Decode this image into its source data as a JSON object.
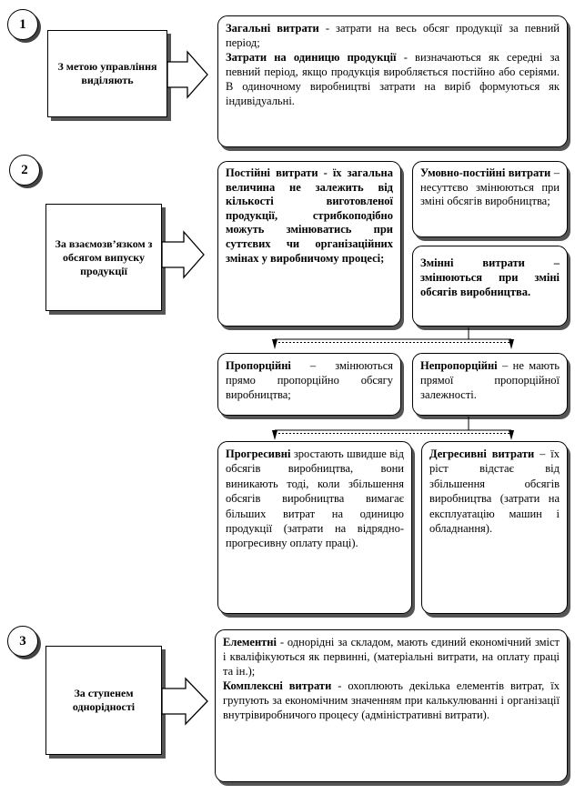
{
  "groups": [
    {
      "number": "1",
      "label": "З метою управління виділяють",
      "boxes": [
        {
          "term": "Загальні витрати",
          "desc": " - затрати на весь обсяг продукції за певний період;"
        },
        {
          "term": "Затрати на одиницю продукції",
          "desc": " - визначаються як середні за певний період, якщо продукція виробляється постійно або серіями. В одиночному виробництві затрати на виріб формуються як індивідуальні."
        }
      ]
    },
    {
      "number": "2",
      "label": "За взаємозв’язком з обсягом випуску продукції",
      "fixed": {
        "term": "Постійні витрати",
        "desc": " - їх загальна величина не залежить від кількості виготовленої продукції, стрибкоподібно можуть змінюватись при суттєвих чи організаційних змінах у виробничому процесі;"
      },
      "semi_fixed": {
        "term": "Умовно-постійні витрати",
        "desc": " – несуттєво змінюються при зміні обсягів виробництва;"
      },
      "variable": {
        "term": "Змінні витрати",
        "desc": " – змінюються при зміні обсягів виробництва."
      },
      "proportional": {
        "term": "Пропорційні",
        "desc": " – змінюються прямо пропорційно обсягу виробництва;"
      },
      "non_proportional": {
        "term": "Непропорційні",
        "desc": " – не мають прямої пропорційної залежності."
      },
      "progressive": {
        "term": "Прогресивні",
        "desc": " зростають швидше від обсягів виробництва, вони виникають тоді, коли збільшення обсягів виробництва вимагає більших витрат на одиницю продукції (затрати на відрядно-прогресивну оплату праці)."
      },
      "degressive": {
        "term": "Дегресивні витрати",
        "desc": " – їх ріст відстає від збільшення обсягів виробництва (затрати на експлуатацію машин і обладнання)."
      }
    },
    {
      "number": "3",
      "label": "За ступенем однорідності",
      "boxes": [
        {
          "term": "Елементні",
          "desc": " - однорідні за складом, мають єдиний економічний зміст і кваліфікуються як первинні, (матеріальні витрати, на оплату праці та ін.);"
        },
        {
          "term": "Комплексні витрати",
          "desc": " - охоплюють декілька елементів витрат, їх групують за економічним значенням при калькулюванні і організації внутрівиробничого процесу (адміністративні витрати)."
        }
      ]
    }
  ],
  "colors": {
    "border": "#000000",
    "shadow": "#555555",
    "background": "#ffffff"
  }
}
